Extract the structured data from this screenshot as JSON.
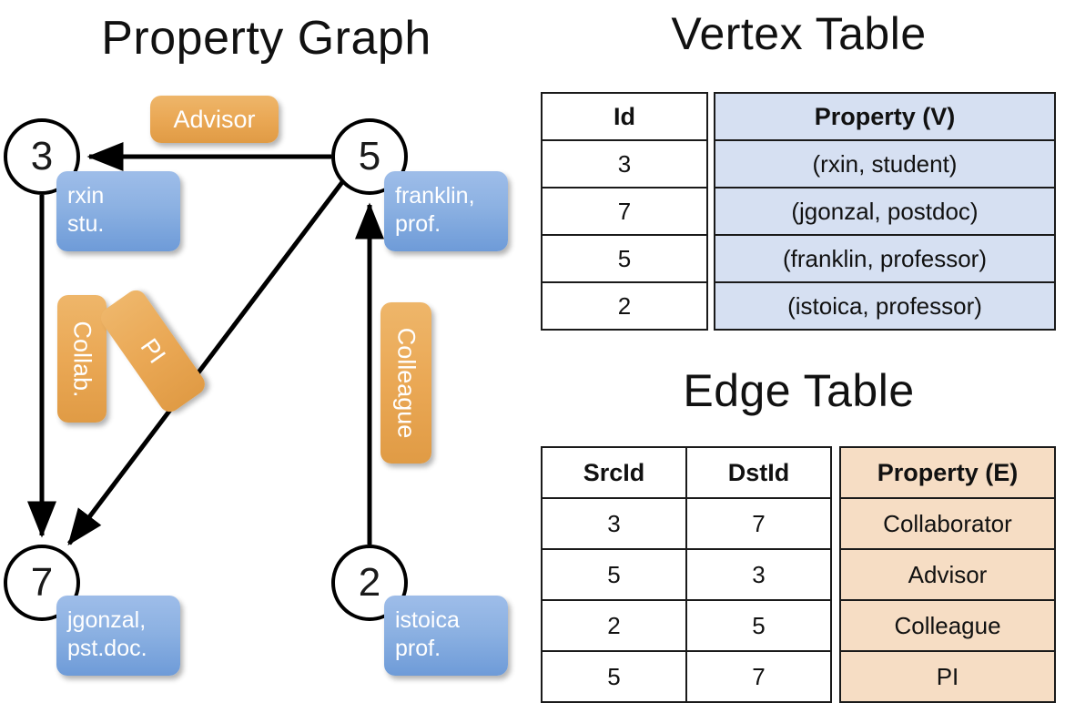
{
  "titles": {
    "property_graph": "Property Graph",
    "vertex_table": "Vertex Table",
    "edge_table": "Edge Table"
  },
  "graph": {
    "nodes": [
      {
        "id": "3",
        "property": "rxin\nstu.",
        "line1": "rxin",
        "line2": "stu."
      },
      {
        "id": "5",
        "property": "franklin,\nprof.",
        "line1": "franklin,",
        "line2": "prof."
      },
      {
        "id": "7",
        "property": "jgonzal,\npst.doc.",
        "line1": "jgonzal,",
        "line2": "pst.doc."
      },
      {
        "id": "2",
        "property": "istoica\nprof.",
        "line1": "istoica",
        "line2": "prof."
      }
    ],
    "edge_labels": {
      "advisor": "Advisor",
      "collab": "Collab.",
      "pi": "PI",
      "colleague": "Colleague"
    },
    "edges": [
      {
        "src": "5",
        "dst": "3",
        "label": "Advisor"
      },
      {
        "src": "3",
        "dst": "7",
        "label": "Collab."
      },
      {
        "src": "5",
        "dst": "7",
        "label": "PI"
      },
      {
        "src": "2",
        "dst": "5",
        "label": "Colleague"
      }
    ]
  },
  "vertex_table": {
    "headers": {
      "id": "Id",
      "property": "Property (V)"
    },
    "rows": [
      {
        "id": "3",
        "property": "(rxin, student)"
      },
      {
        "id": "7",
        "property": "(jgonzal, postdoc)"
      },
      {
        "id": "5",
        "property": "(franklin, professor)"
      },
      {
        "id": "2",
        "property": "(istoica, professor)"
      }
    ]
  },
  "edge_table": {
    "headers": {
      "src": "SrcId",
      "dst": "DstId",
      "property": "Property (E)"
    },
    "rows": [
      {
        "src": "3",
        "dst": "7",
        "property": "Collaborator"
      },
      {
        "src": "5",
        "dst": "3",
        "property": "Advisor"
      },
      {
        "src": "2",
        "dst": "5",
        "property": "Colleague"
      },
      {
        "src": "5",
        "dst": "7",
        "property": "PI"
      }
    ]
  },
  "colors": {
    "vertex_property_fill": "#d6e0f2",
    "edge_property_fill": "#f6ddc4",
    "vertex_callout": "#8cb1e2",
    "edge_callout": "#eaa855",
    "stroke": "#000000"
  }
}
